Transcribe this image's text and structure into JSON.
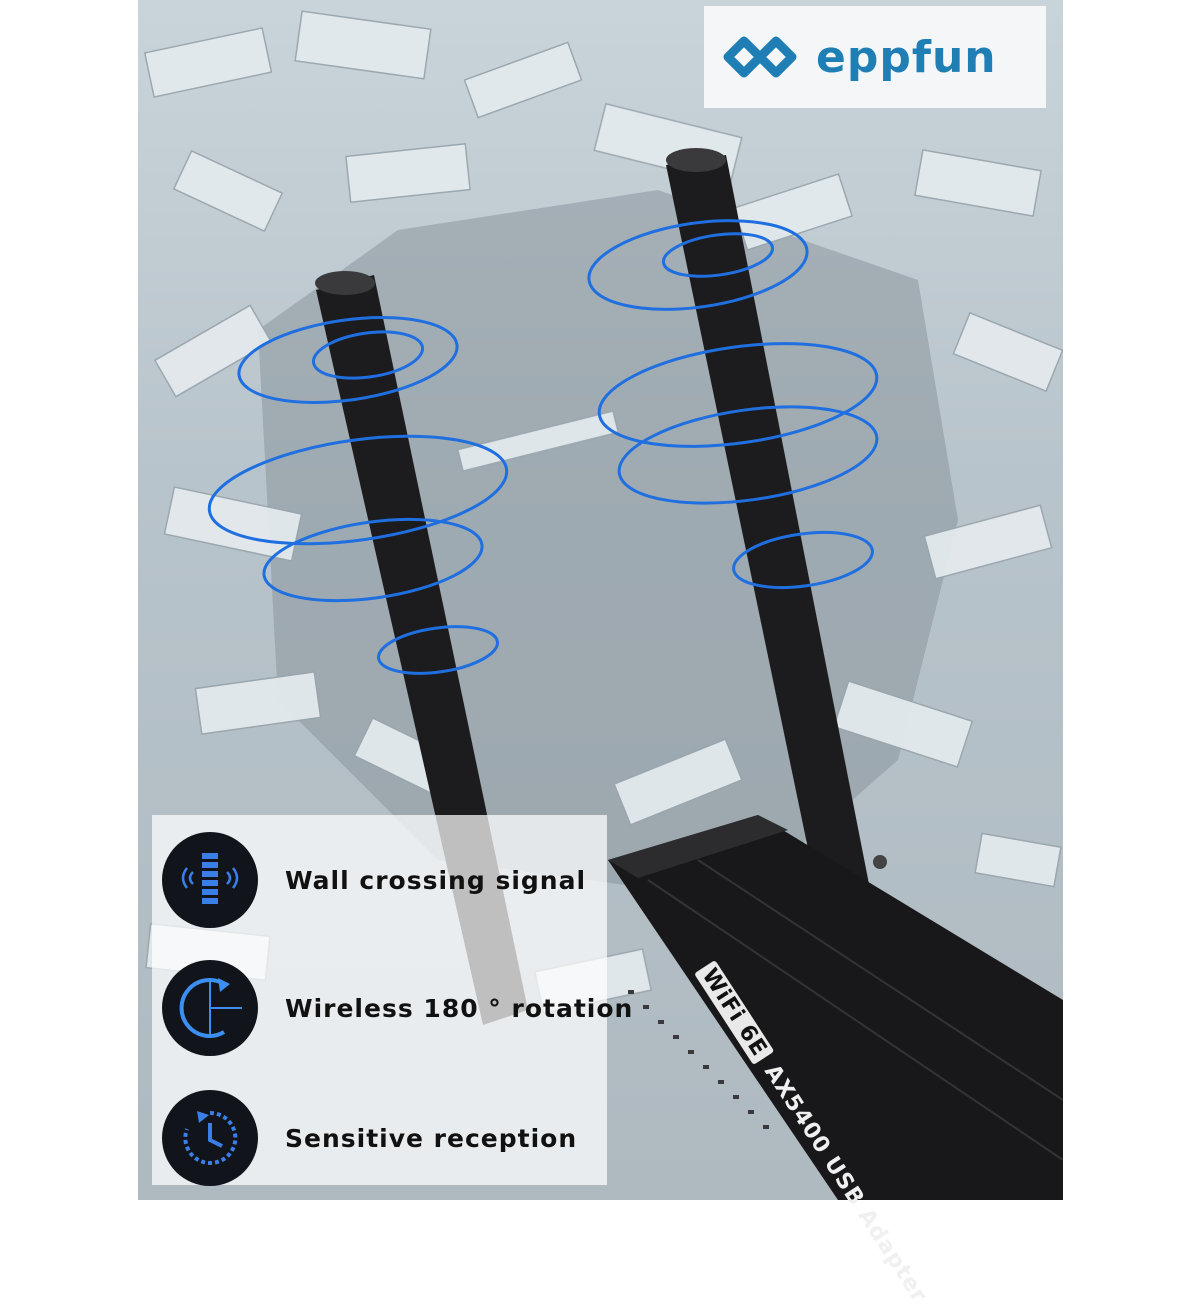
{
  "brand": {
    "name": "eppfun"
  },
  "features": [
    {
      "label": "Wall crossing signal",
      "icon": "wall-signal-icon"
    },
    {
      "label": "Wireless 180 ° rotation",
      "icon": "rotation-icon"
    },
    {
      "label": "Sensitive reception",
      "icon": "clock-reception-icon"
    }
  ],
  "product": {
    "badge": "WiFi 6E",
    "model_text": "AX5400 USB Adapter"
  },
  "colors": {
    "accent": "#1f7fb4",
    "signal": "#1f6fe0",
    "antenna": "#1c1c1e"
  }
}
